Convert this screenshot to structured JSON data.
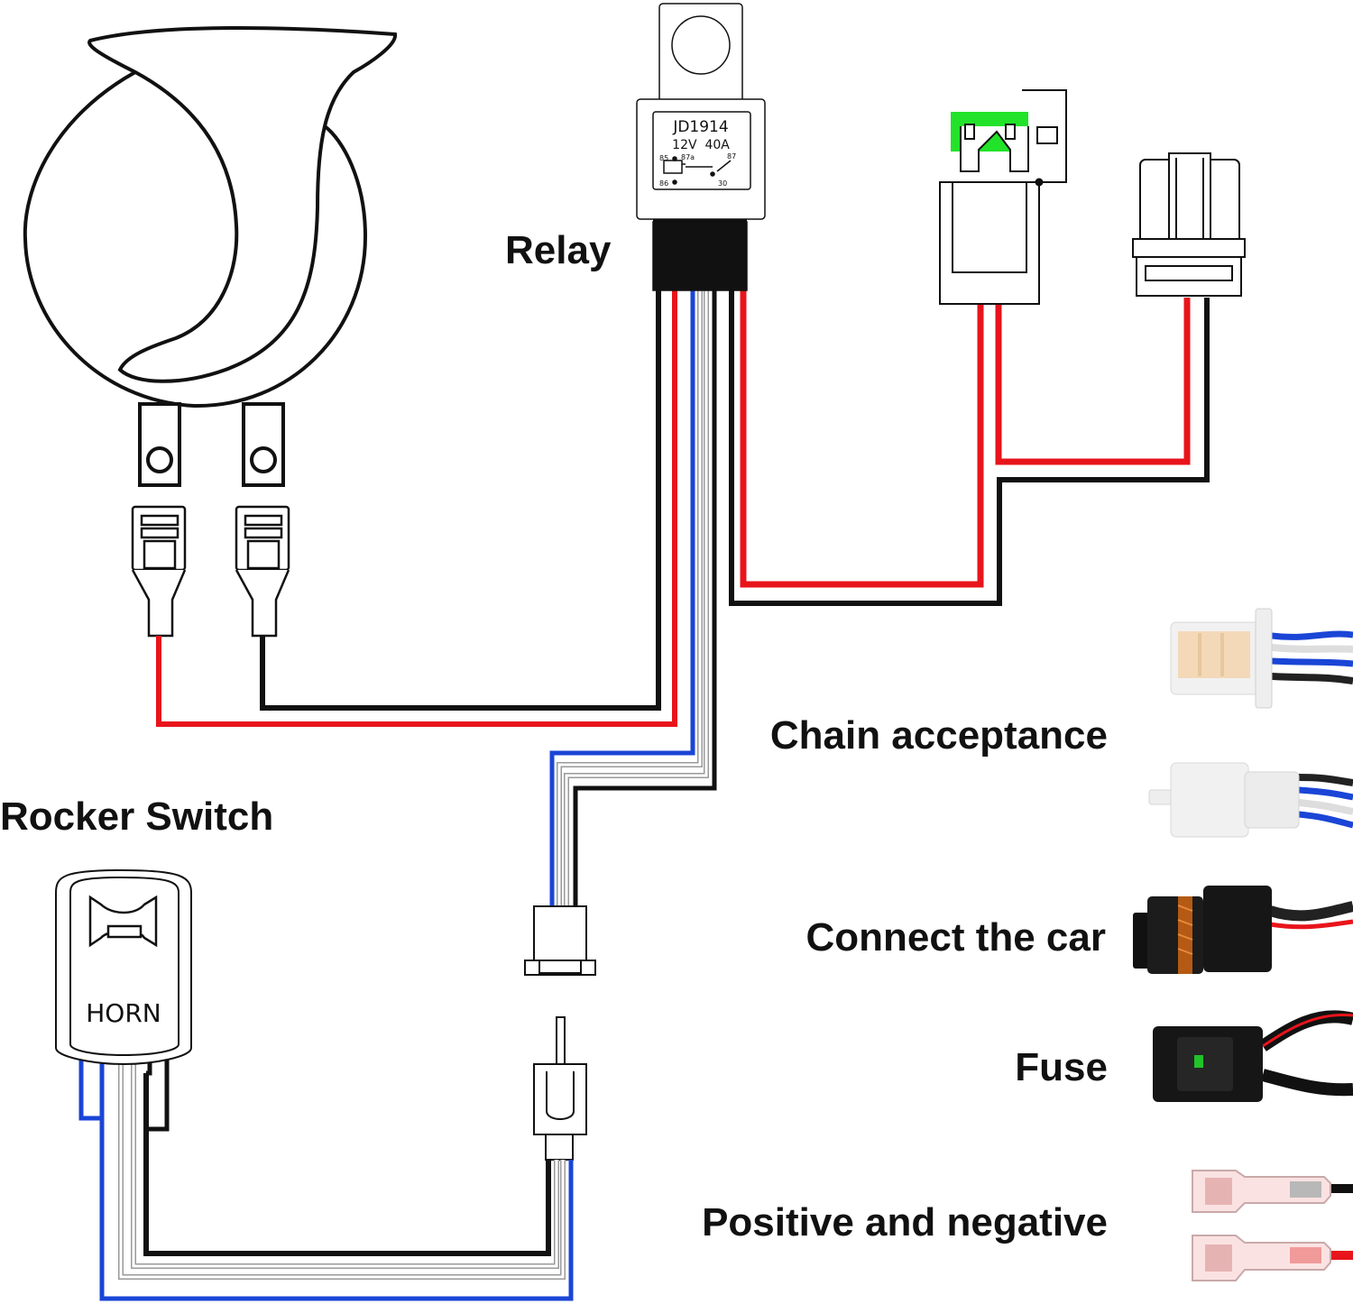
{
  "labels": {
    "relay": "Relay",
    "rocker_switch": "Rocker Switch",
    "chain_acceptance": "Chain acceptance",
    "connect_the_car": "Connect the car",
    "fuse": "Fuse",
    "positive_and_negative": "Positive and negative"
  },
  "relay": {
    "model": "JD1914",
    "rating": "12V  40A",
    "pins": {
      "p85": "85",
      "p87a": "87a",
      "p87": "87",
      "p86": "86",
      "p30": "30"
    }
  },
  "switch": {
    "label": "HORN"
  },
  "icons": {
    "horn": "horn-icon",
    "relay": "relay-icon",
    "fuse_holder": "fuse-holder-icon",
    "switch_horn": "horn-glyph-icon"
  },
  "colors": {
    "red": "#e8141b",
    "black": "#111111",
    "blue": "#1a45d6",
    "white_wire": "#ffffff",
    "fuse_green": "#22e22a"
  }
}
